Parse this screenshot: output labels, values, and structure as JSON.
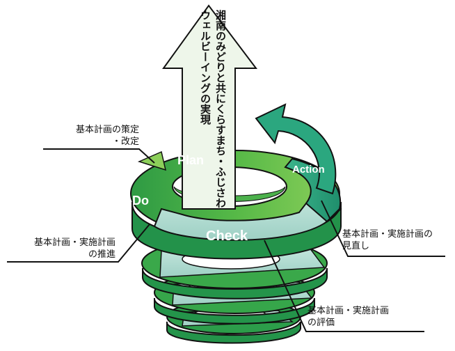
{
  "arrow_title": {
    "col1": "湘南のみどりと共にくらすまち・ふじさわ",
    "col2": "ウェルビーイングの実現"
  },
  "phases": {
    "plan": "Plan",
    "do": "Do",
    "check": "Check",
    "action": "Action"
  },
  "callouts": {
    "plan": [
      "基本計画の策定",
      "・改定"
    ],
    "do": [
      "基本計画・実施計画",
      "の推進"
    ],
    "action": [
      "基本計画・実施計画の",
      "見直し"
    ],
    "check": [
      "基本計画・実施計画",
      "の評価"
    ]
  },
  "colors": {
    "plan_do_green": "#3aa84a",
    "light_green": "#8ccf5a",
    "action_teal": "#2ba77f",
    "check_pale": "#a8d8cf",
    "arrow_fill": "#eef6ea",
    "outline": "#111111"
  }
}
